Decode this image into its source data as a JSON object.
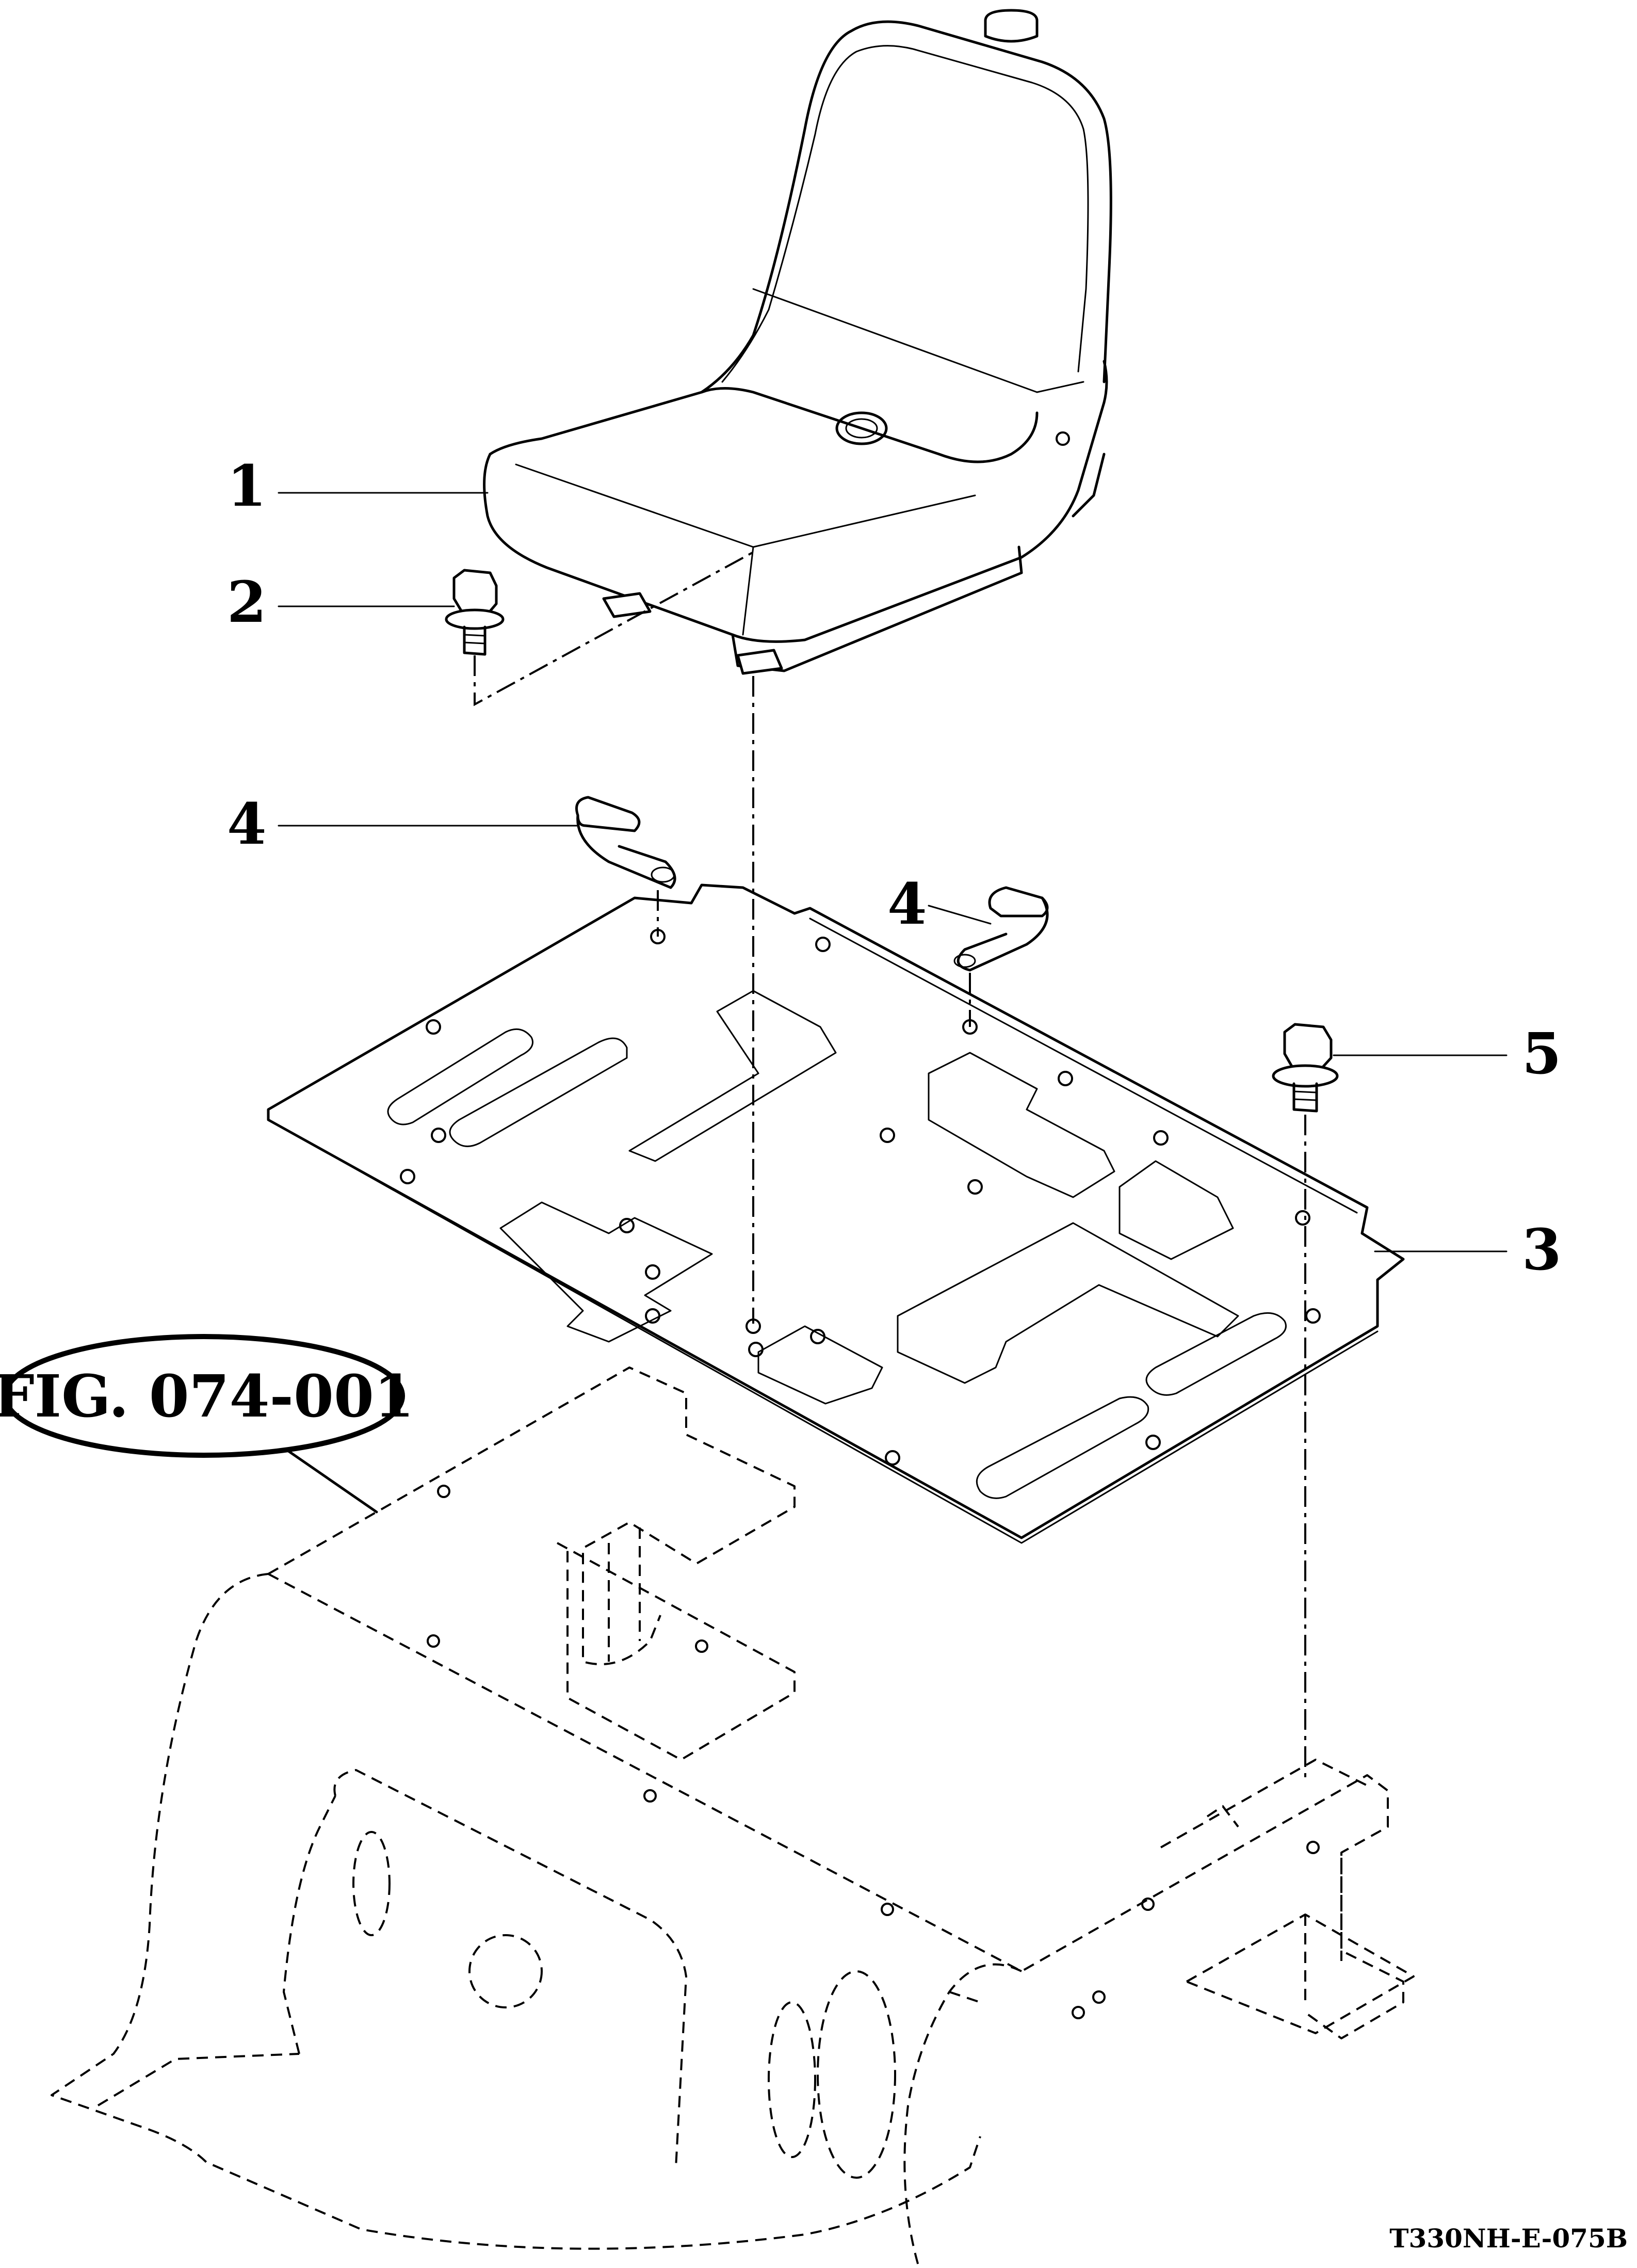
{
  "callouts": [
    {
      "id": "c1",
      "text": "1"
    },
    {
      "id": "c2",
      "text": "2"
    },
    {
      "id": "c3",
      "text": "3"
    },
    {
      "id": "c4a",
      "text": "4"
    },
    {
      "id": "c4b",
      "text": "4"
    },
    {
      "id": "c5",
      "text": "5"
    }
  ],
  "figure_reference": "FIG. 074-001",
  "drawing_code": "T330NH-E-075B"
}
